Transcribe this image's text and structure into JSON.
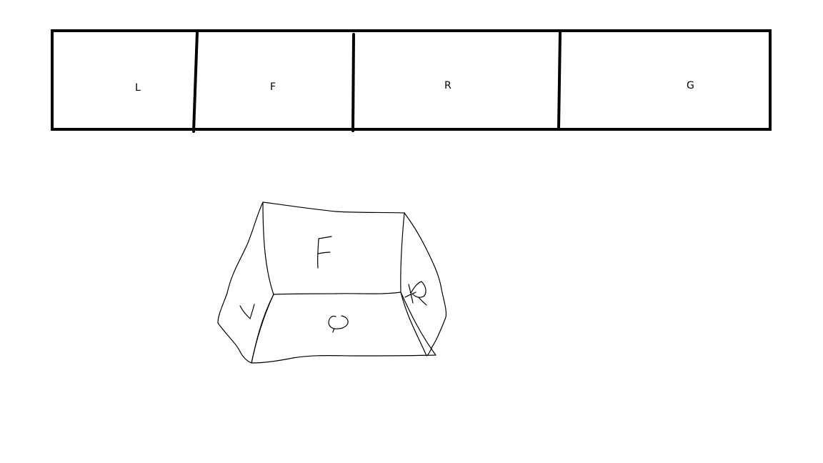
{
  "strip": {
    "cells": [
      {
        "label": "L"
      },
      {
        "label": "F"
      },
      {
        "label": "R"
      },
      {
        "label": "G"
      }
    ]
  },
  "sketch": {
    "faces": {
      "front": "F",
      "left": "L",
      "right": "R",
      "bottom": "G"
    }
  }
}
